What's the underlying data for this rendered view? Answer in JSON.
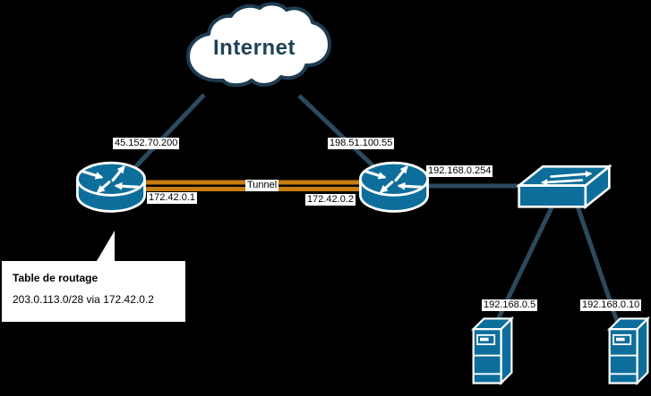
{
  "colors": {
    "background": "#000000",
    "node_fill": "#0e6e9b",
    "node_stroke": "#ffffff",
    "link": "#2c4a5e",
    "tunnel": "#c87d10",
    "cloud_fill": "#ffffff",
    "cloud_border": "#1e3c50",
    "label_bg": "#ffffff",
    "label_text": "#000000"
  },
  "cloud": {
    "label": "Internet"
  },
  "nodes": {
    "router1": {
      "type": "router",
      "labels": {
        "wan": "45.152.70.200",
        "tunnel": "172.42.0.1"
      }
    },
    "router2": {
      "type": "router",
      "labels": {
        "wan": "198.51.100.55",
        "tunnel": "172.42.0.2",
        "lan": "192.168.0.254"
      }
    },
    "switch": {
      "type": "switch"
    },
    "server1": {
      "type": "server",
      "label": "192.168.0.5"
    },
    "server2": {
      "type": "server",
      "label": "192.168.0.10"
    }
  },
  "tunnel": {
    "label": "Tunnel"
  },
  "callout": {
    "title": "Table de routage",
    "body": "203.0.113.0/28 via 172.42.0.2"
  }
}
